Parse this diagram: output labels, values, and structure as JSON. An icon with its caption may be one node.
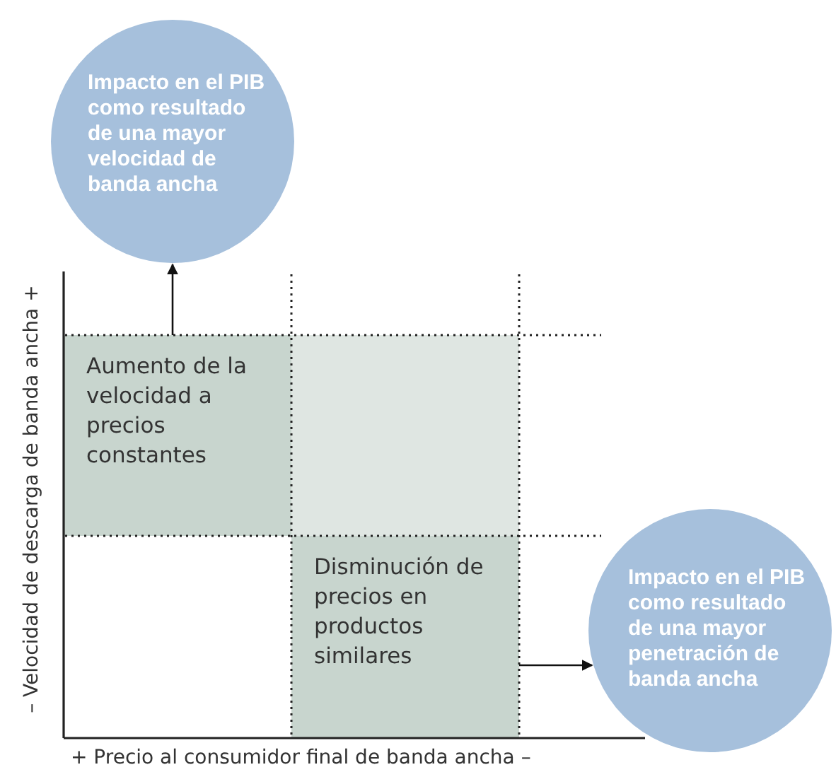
{
  "diagram": {
    "nodes": [
      {
        "text": [
          "Impacto en el PIB como resultado de una mayor velocidad de banda ancha"
        ]
      },
      {
        "text": [
          "Aumento de la velocidad a precios constantes"
        ]
      },
      {
        "text": [],
        "shape": "box"
      },
      {
        "text": [
          "Disminución de precios en productos similares"
        ]
      },
      {
        "text": [
          "Impacto en el PIB como resultado de una mayor penetración de banda ancha"
        ]
      }
    ],
    "edges": [
      {
        "from": 1,
        "to": 0,
        "arrow": "to"
      },
      {
        "from": 3,
        "to": 4,
        "arrow": "to"
      }
    ],
    "labels": [
      "– Velocidad de descarga de banda ancha +",
      "+ Precio al consumidor final de banda ancha –"
    ]
  }
}
